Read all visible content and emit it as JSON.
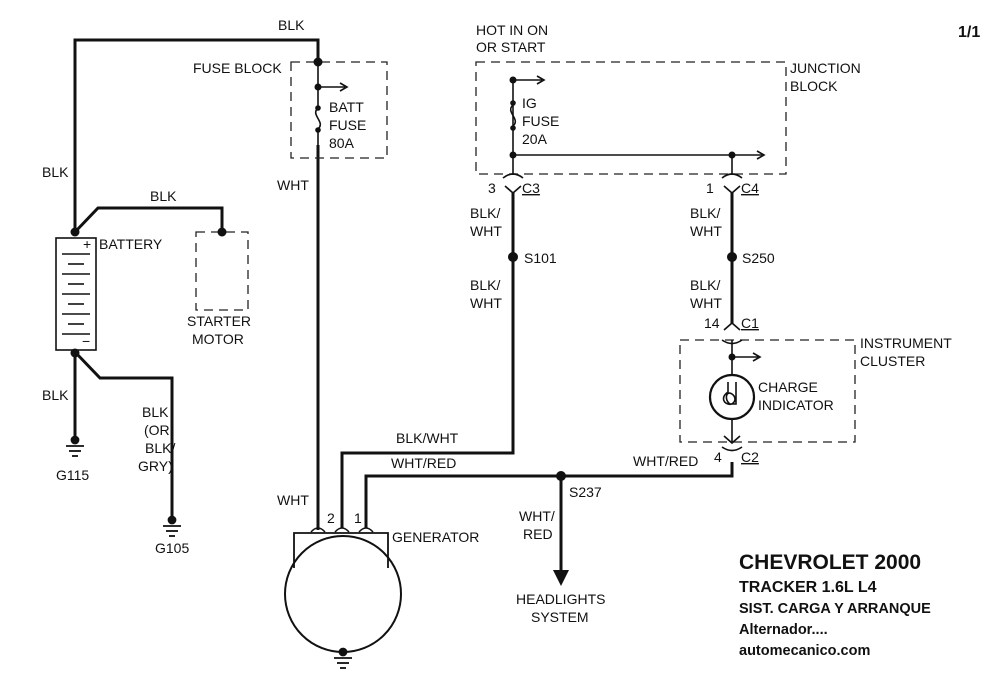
{
  "page_number": "1/1",
  "titles": {
    "make_year": "CHEVROLET 2000",
    "model": "TRACKER  1.6L  L4",
    "system": "SIST. CARGA Y ARRANQUE",
    "component": "Alternador....",
    "website": "automecanico.com"
  },
  "components": {
    "fuse_block": "FUSE BLOCK",
    "batt_fuse": [
      "BATT",
      "FUSE",
      "80A"
    ],
    "hot_in_on": [
      "HOT IN ON",
      "OR START"
    ],
    "junction_block": [
      "JUNCTION",
      "BLOCK"
    ],
    "ig_fuse": [
      "IG",
      "FUSE",
      "20A"
    ],
    "battery": "BATTERY",
    "starter_motor": [
      "STARTER",
      "MOTOR"
    ],
    "instrument_cluster": [
      "INSTRUMENT",
      "CLUSTER"
    ],
    "charge_indicator": [
      "CHARGE",
      "INDICATOR"
    ],
    "generator": "GENERATOR",
    "headlights_system": [
      "HEADLIGHTS",
      "SYSTEM"
    ]
  },
  "grounds": {
    "g115": "G115",
    "g105": "G105"
  },
  "splices": {
    "s101": "S101",
    "s250": "S250",
    "s237": "S237"
  },
  "connectors": {
    "c3_pin": "3",
    "c3": "C3",
    "c4_pin": "1",
    "c4": "C4",
    "c1_pin": "14",
    "c1": "C1",
    "c2_pin": "4",
    "c2": "C2",
    "gen_pin2": "2",
    "gen_pin1": "1"
  },
  "symbols": {
    "battery_plus": "+",
    "battery_minus": "−"
  },
  "wires": {
    "blk_top": "BLK",
    "blk_left": "BLK",
    "blk_starter": "BLK",
    "blk_ground": "BLK",
    "blk_or_grey": [
      "BLK",
      "(OR",
      "BLK/",
      "GRY)"
    ],
    "wht_fuse": "WHT",
    "wht_gen": "WHT",
    "blkwht_c3": [
      "BLK/",
      "WHT"
    ],
    "blkwht_s101": [
      "BLK/",
      "WHT"
    ],
    "blkwht_c4": [
      "BLK/",
      "WHT"
    ],
    "blkwht_s250": [
      "BLK/",
      "WHT"
    ],
    "blkwht_gen": "BLK/WHT",
    "whtred_gen": "WHT/RED",
    "whtred_c2": "WHT/RED",
    "whtred_head": [
      "WHT/",
      "RED"
    ]
  }
}
